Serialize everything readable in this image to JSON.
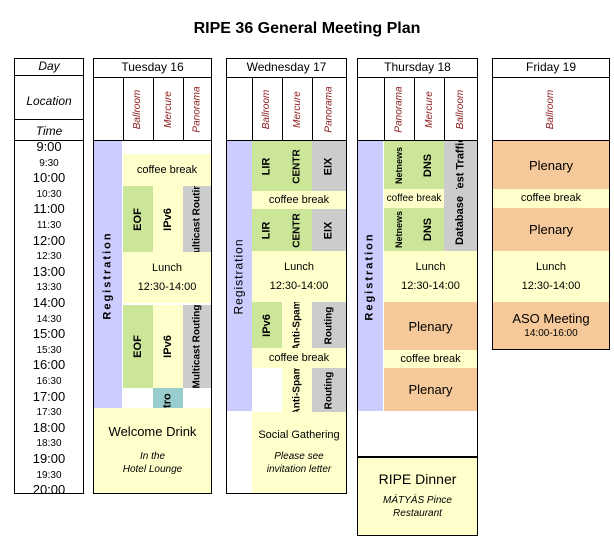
{
  "title": "RIPE 36 General Meeting Plan",
  "labels": {
    "day": "Day",
    "location": "Location",
    "time": "Time"
  },
  "times": [
    "9:00",
    "9:30",
    "10:00",
    "10:30",
    "11:00",
    "11:30",
    "12:00",
    "12:30",
    "13:00",
    "13:30",
    "14:00",
    "14:30",
    "15:00",
    "15:30",
    "16:00",
    "16:30",
    "17:00",
    "17:30",
    "18:00",
    "18:30",
    "19:00",
    "19:30",
    "20:00"
  ],
  "days": {
    "tue": {
      "name": "Tuesday 16",
      "rooms": [
        "Ballroom",
        "Mercure",
        "Panorama"
      ]
    },
    "wed": {
      "name": "Wednesday 17",
      "rooms": [
        "Ballroom",
        "Mercure",
        "Panorama"
      ]
    },
    "thu": {
      "name": "Thursday 18",
      "rooms": [
        "Panorama",
        "Mercure",
        "Ballroom"
      ]
    },
    "fri": {
      "name": "Friday 19",
      "rooms": [
        "Ballroom"
      ]
    }
  },
  "tue": {
    "registration": "Registration",
    "coffee_am": "coffee break",
    "eof1": "EOF",
    "ipv6_1": "IPv6",
    "multicast1": "Multicast Routing",
    "lunch": "Lunch",
    "lunch_time": "12:30-14:00",
    "eof2": "EOF",
    "ipv6_2": "IPv6",
    "multicast2": "Multicast Routing",
    "intro": "Intro",
    "welcome": "Welcome Drink",
    "welcome_note1": "In the",
    "welcome_note2": "Hotel Lounge"
  },
  "wed": {
    "registration": "Registration",
    "lir1": "LIR",
    "centr1": "CENTR",
    "eix1": "EIX",
    "coffee_am": "coffee break",
    "lir2": "LIR",
    "centr2": "CENTR",
    "eix2": "EIX",
    "lunch": "Lunch",
    "lunch_time": "12:30-14:00",
    "ipv6": "IPv6",
    "antispam1": "Anti-Spam",
    "routing1": "Routing",
    "coffee_pm": "coffee break",
    "antispam2": "Anti-Spam",
    "routing2": "Routing",
    "social": "Social Gathering",
    "social_note1": "Please see",
    "social_note2": "invitation letter"
  },
  "thu": {
    "registration": "Registration",
    "netnews1": "Netnews",
    "dns1": "DNS",
    "test_traffic": "Test Traffic",
    "coffee_am": "coffee break",
    "netnews2": "Netnews",
    "dns2": "DNS",
    "database": "Database",
    "lunch": "Lunch",
    "lunch_time": "12:30-14:00",
    "plenary1": "Plenary",
    "coffee_pm": "coffee break",
    "plenary2": "Plenary",
    "dinner": "RIPE Dinner",
    "dinner_note1": "MÁTYÁS Pince",
    "dinner_note2": "Restaurant"
  },
  "fri": {
    "plenary1": "Plenary",
    "coffee_am": "coffee break",
    "plenary2": "Plenary",
    "lunch": "Lunch",
    "lunch_time": "12:30-14:00",
    "aso": "ASO Meeting",
    "aso_time": "14:00-16:00"
  },
  "colors": {
    "session": "#cce699",
    "wg_gray": "#cccccc",
    "registration": "#ccccff",
    "plenary": "#f5c99a",
    "break": "#ffffcc",
    "intro": "#99cccc"
  }
}
